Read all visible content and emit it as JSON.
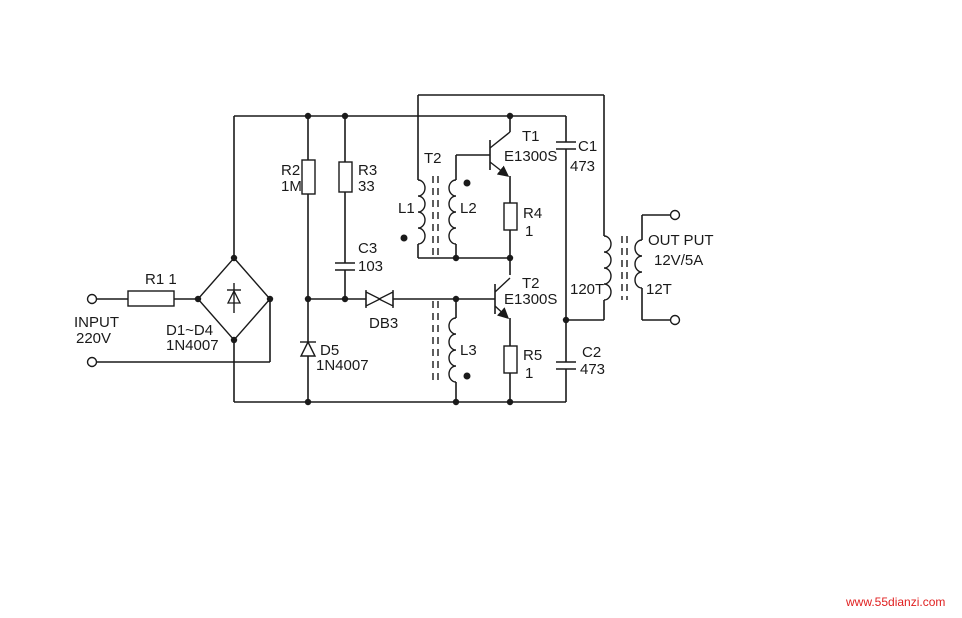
{
  "labels": {
    "r1": "R1 1",
    "input": "INPUT",
    "v220": "220V",
    "d1d4": "D1~D4",
    "n4007a": "1N4007",
    "r2": "R2",
    "r2v": "1M",
    "r3": "R3",
    "r3v": "33",
    "c3": "C3",
    "c3v": "103",
    "d5": "D5",
    "n4007b": "1N4007",
    "db3": "DB3",
    "t2": "T2",
    "l1": "L1",
    "l2": "L2",
    "l3": "L3",
    "t1": "T1",
    "e1300s1": "E1300S",
    "r4": "R4",
    "r4v": "1",
    "t2b": "T2",
    "e1300s2": "E1300S",
    "r5": "R5",
    "r5v": "1",
    "c1": "C1",
    "c1v": "473",
    "c2": "C2",
    "c2v": "473",
    "t120": "120T",
    "t12": "12T",
    "outputL1": "OUT PUT",
    "outputL2": "12V/5A"
  },
  "watermark": "www.55dianzi.com"
}
